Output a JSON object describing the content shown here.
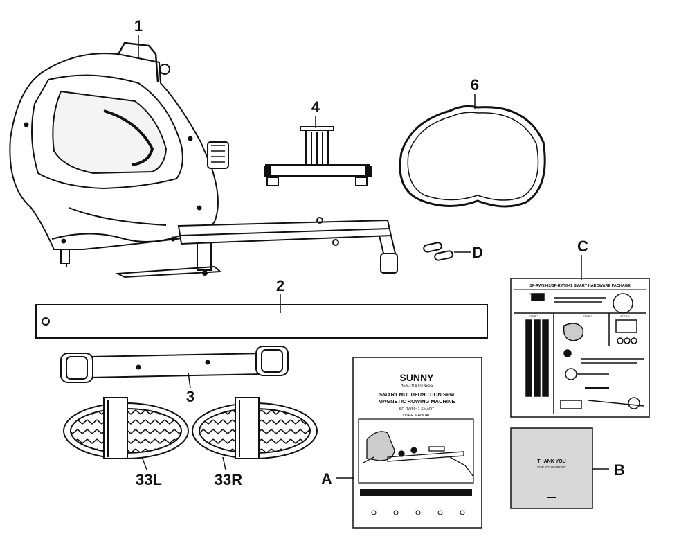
{
  "labels": {
    "rower": "1",
    "rail": "2",
    "front_stabilizer": "3",
    "rear_stabilizer": "4",
    "seat_cushion": "6",
    "pedal_left": "33L",
    "pedal_right": "33R",
    "manual": "A",
    "card": "B",
    "hardware": "C",
    "bolts": "D"
  },
  "manual": {
    "brand": "SUNNY",
    "brand_sub": "HEALTH & FITNESS",
    "title_line1": "SMART MULTIFUNCTION SPM",
    "title_line2": "MAGNETIC ROWING MACHINE",
    "model": "SF-RW5941 SMART",
    "subtitle": "USER MANUAL"
  },
  "hardware_card": {
    "header": "SF-RW5941/SF-RW5941 SMART HARDWARE PACKAGE",
    "step1": "STEP 1",
    "step2": "STEP 2",
    "step3": "STEP 3",
    "step4": "STEP 4"
  },
  "thank_you_card": {
    "line1": "THANK YOU",
    "line2": "FOR YOUR ORDER"
  },
  "colors": {
    "ink": "#111111",
    "card_gray": "#d8d8d8",
    "panel_gray": "#bdbdbd"
  }
}
